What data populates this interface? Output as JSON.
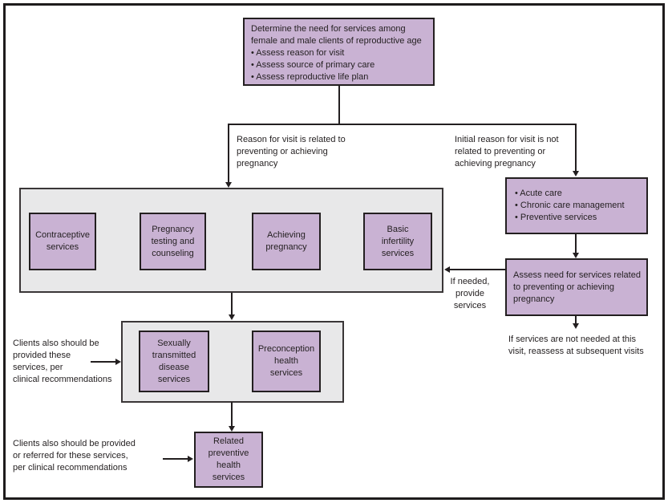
{
  "colors": {
    "node_fill": "#c9b2d3",
    "node_border": "#231f20",
    "container_fill": "#e8e8e9",
    "container_border": "#3a3637",
    "line": "#231f20",
    "text": "#231f20",
    "frame": "#1e1b1c",
    "background": "#ffffff"
  },
  "diagram": {
    "top_box": "Determine the need for services among\nfemale and male clients of reproductive age\n• Assess reason for visit\n• Assess source of primary care\n• Assess reproductive life plan",
    "branch_left_label": "Reason for visit is related to\npreventing or achieving\npregnancy",
    "branch_right_label": "Initial reason for visit is not\nrelated to preventing or\nachieving pregnancy",
    "services": {
      "contraceptive": "Contraceptive\nservices",
      "pregnancy_testing": "Pregnancy\ntesting and\ncounseling",
      "achieving_pregnancy": "Achieving\npregnancy",
      "basic_infertility": "Basic\ninfertility\nservices"
    },
    "acute_box": "• Acute care\n• Chronic care management\n• Preventive services",
    "assess_box": "Assess need for services related\nto preventing or achieving\npregnancy",
    "if_needed_note": "If needed,\nprovide\nservices",
    "reassess_note": "If services are not needed at this\nvisit, reassess at subsequent visits",
    "std_box": "Sexually\ntransmitted\ndisease\nservices",
    "preconception_box": "Preconception\nhealth\nservices",
    "related_box": "Related\npreventive\nhealth\nservices",
    "note_provided": "Clients also should be\nprovided these\nservices, per\nclinical recommendations",
    "note_referred": "Clients also should be provided\nor referred for these services,\nper clinical recommendations"
  }
}
